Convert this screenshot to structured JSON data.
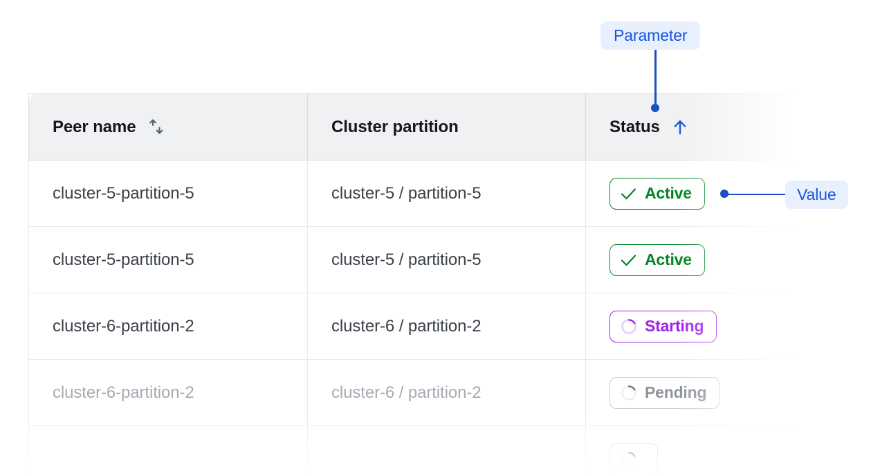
{
  "table": {
    "columns": [
      {
        "label": "Peer name",
        "sort_icon": "sort-updown-icon",
        "sort_state": "none"
      },
      {
        "label": "Cluster partition",
        "sort_icon": "none",
        "sort_state": "none"
      },
      {
        "label": "Status",
        "sort_icon": "arrow-up-icon",
        "sort_state": "ascending"
      }
    ],
    "rows": [
      {
        "peer_name": "cluster-5-partition-5",
        "cluster_partition": "cluster-5 / partition-5",
        "status": "Active",
        "status_type": "active",
        "dimmed": false
      },
      {
        "peer_name": "cluster-5-partition-5",
        "cluster_partition": "cluster-5 / partition-5",
        "status": "Active",
        "status_type": "active",
        "dimmed": false
      },
      {
        "peer_name": "cluster-6-partition-2",
        "cluster_partition": "cluster-6 / partition-2",
        "status": "Starting",
        "status_type": "starting",
        "dimmed": false
      },
      {
        "peer_name": "cluster-6-partition-2",
        "cluster_partition": "cluster-6 / partition-2",
        "status": "Pending",
        "status_type": "pending",
        "dimmed": true
      },
      {
        "peer_name": "",
        "cluster_partition": "",
        "status": "",
        "status_type": "pending",
        "dimmed": true
      }
    ]
  },
  "annotations": {
    "parameter_label": "Parameter",
    "value_label": "Value"
  },
  "colors": {
    "accent_blue": "#1a4fc4",
    "pill_bg": "#e8f0fe",
    "status_active": "#008425",
    "status_starting": "#a020e8",
    "status_pending": "#8f949c",
    "header_bg": "#f0f1f3",
    "grid_line": "#e7e9ec",
    "text_primary": "#3b4149",
    "text_dim": "#a6abb3"
  }
}
